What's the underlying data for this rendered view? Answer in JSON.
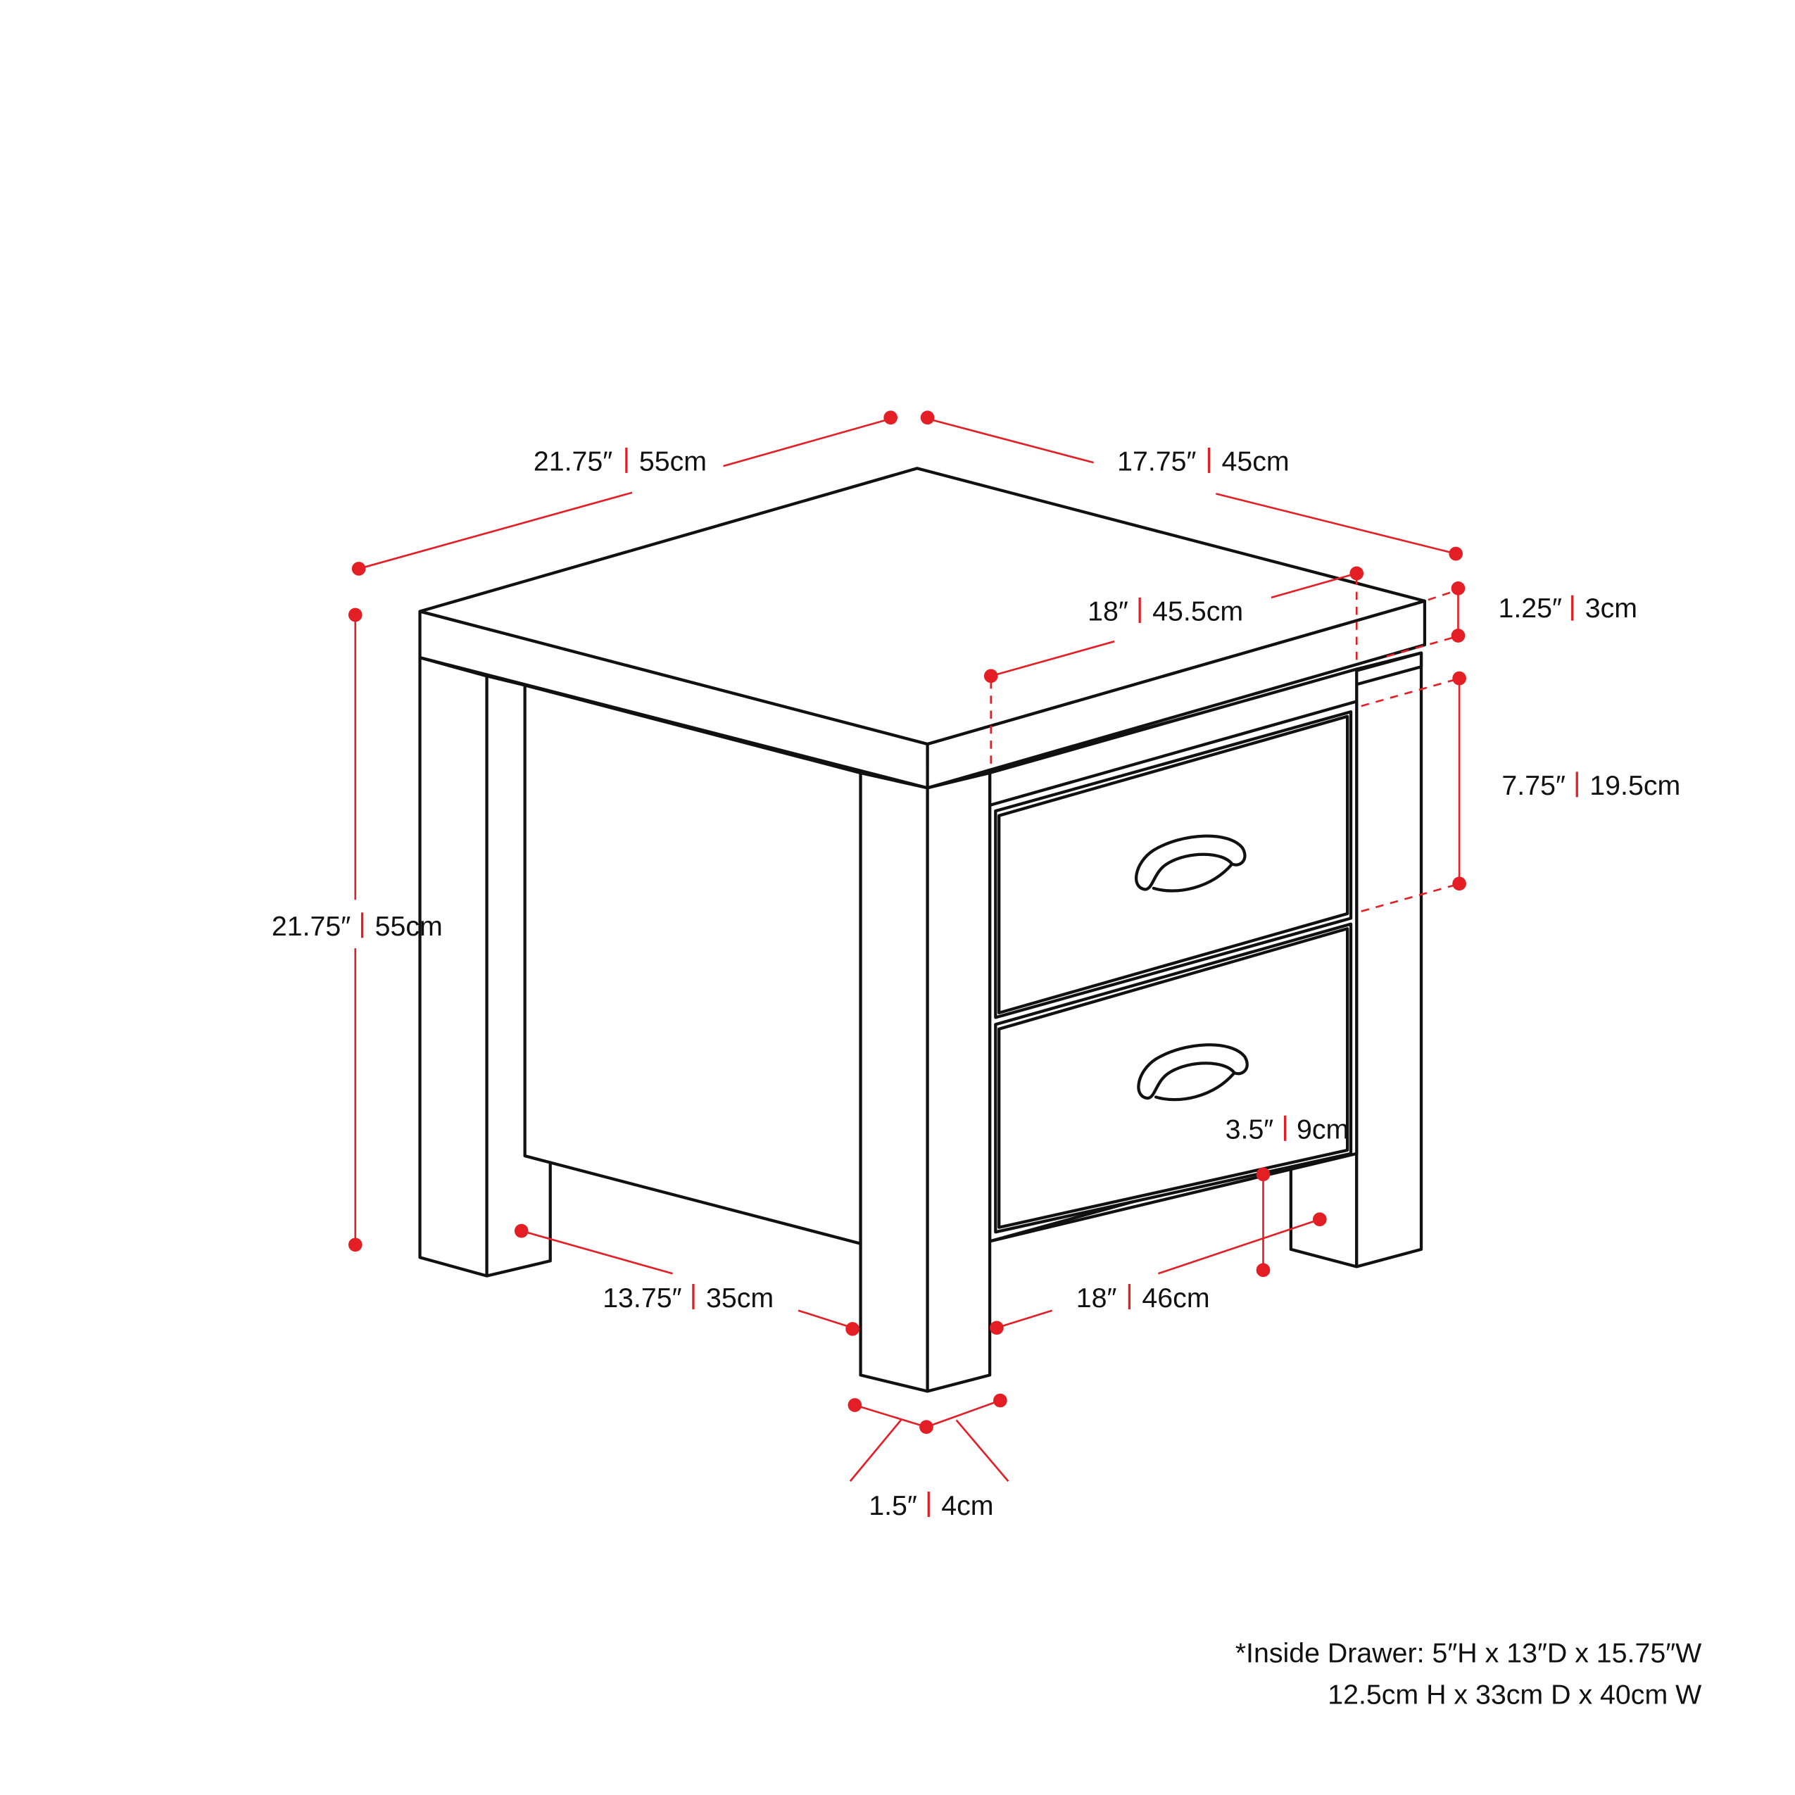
{
  "diagram": {
    "title": "Two-drawer end table dimensions",
    "colors": {
      "outline": "#111111",
      "dimension": "#e31e24",
      "background": "#ffffff"
    },
    "dimensions": {
      "top_width": {
        "imperial": "21.75″",
        "metric": "55cm"
      },
      "top_depth": {
        "imperial": "17.75″",
        "metric": "45cm"
      },
      "drawer_width": {
        "imperial": "18″",
        "metric": "45.5cm"
      },
      "top_thickness": {
        "imperial": "1.25″",
        "metric": "3cm"
      },
      "drawer_height": {
        "imperial": "7.75″",
        "metric": "19.5cm"
      },
      "total_height": {
        "imperial": "21.75″",
        "metric": "55cm"
      },
      "leg_clearance": {
        "imperial": "3.5″",
        "metric": "9cm"
      },
      "side_leg_span": {
        "imperial": "13.75″",
        "metric": "35cm"
      },
      "front_leg_span": {
        "imperial": "18″",
        "metric": "46cm"
      },
      "leg_thickness": {
        "imperial": "1.5″",
        "metric": "4cm"
      }
    },
    "inside_drawer_note": {
      "line1": "*Inside Drawer: 5″H x 13″D x 15.75″W",
      "line2": "12.5cm H x 33cm D x 40cm W"
    }
  }
}
